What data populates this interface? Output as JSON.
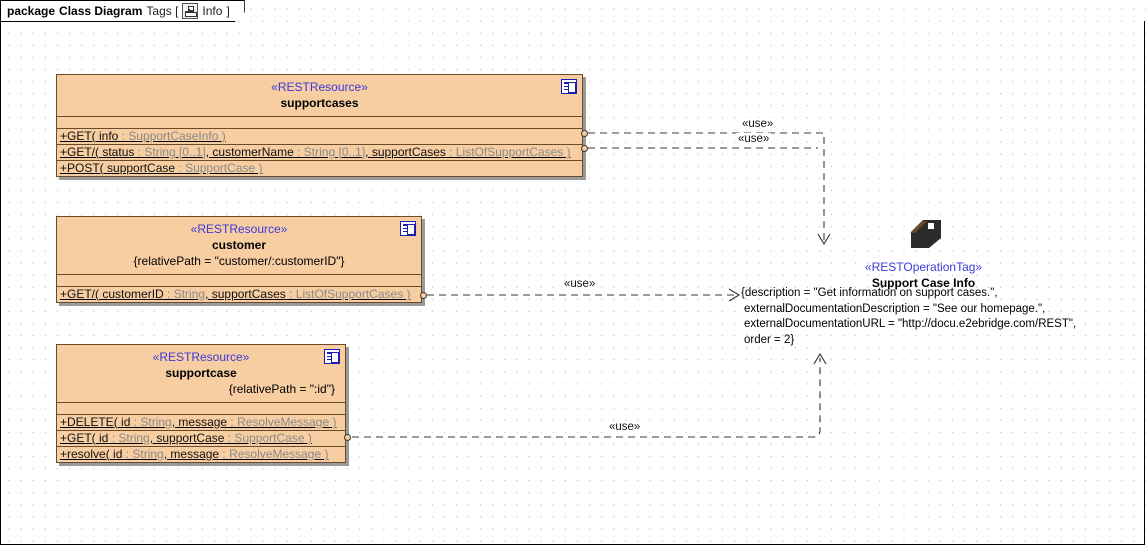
{
  "package": {
    "keyword": "package",
    "name": "Class Diagram",
    "tags_prefix": "Tags [",
    "tag_icon": "tree-icon",
    "tag_label": "Info",
    "tags_suffix": "]"
  },
  "classes": [
    {
      "id": "supportcases",
      "stereotype": "«RESTResource»",
      "name": "supportcases",
      "constraint": "",
      "doc_icon": "document-icon",
      "operations": [
        {
          "visibility": "+",
          "name": "GET(",
          "params": [
            {
              "pname": " info",
              "sep": " : ",
              "ptype": "SupportCaseInfo"
            }
          ],
          "close": " )"
        },
        {
          "visibility": "+",
          "name": "GET/(",
          "params": [
            {
              "pname": " status",
              "sep": " : ",
              "ptype": "String [0..1]"
            },
            {
              "pname": ", customerName",
              "sep": " : ",
              "ptype": "String [0..1]"
            },
            {
              "pname": ", supportCases",
              "sep": " : ",
              "ptype": "ListOfSupportCases"
            }
          ],
          "close": " )"
        },
        {
          "visibility": "+",
          "name": "POST(",
          "params": [
            {
              "pname": " supportCase",
              "sep": " : ",
              "ptype": "SupportCase"
            }
          ],
          "close": " )"
        }
      ]
    },
    {
      "id": "customer",
      "stereotype": "«RESTResource»",
      "name": "customer",
      "constraint": "{relativePath = \"customer/:customerID\"}",
      "doc_icon": "document-icon",
      "operations": [
        {
          "visibility": "+",
          "name": "GET/(",
          "params": [
            {
              "pname": " customerID",
              "sep": " : ",
              "ptype": "String"
            },
            {
              "pname": ", supportCases",
              "sep": " : ",
              "ptype": "ListOfSupportCases"
            }
          ],
          "close": " )"
        }
      ]
    },
    {
      "id": "supportcase",
      "stereotype": "«RESTResource»",
      "name": "supportcase",
      "constraint": "{relativePath = \":id\"}",
      "doc_icon": "document-icon",
      "operations": [
        {
          "visibility": "+",
          "name": "DELETE(",
          "params": [
            {
              "pname": " id",
              "sep": " : ",
              "ptype": "String"
            },
            {
              "pname": ", message",
              "sep": " : ",
              "ptype": "ResolveMessage"
            }
          ],
          "close": " )"
        },
        {
          "visibility": "+",
          "name": "GET(",
          "params": [
            {
              "pname": " id",
              "sep": " : ",
              "ptype": "String"
            },
            {
              "pname": ", supportCase",
              "sep": " : ",
              "ptype": "SupportCase"
            }
          ],
          "close": " )"
        },
        {
          "visibility": "+",
          "name": "resolve(",
          "params": [
            {
              "pname": " id",
              "sep": " : ",
              "ptype": "String"
            },
            {
              "pname": ", message",
              "sep": " : ",
              "ptype": "ResolveMessage"
            }
          ],
          "close": " )"
        }
      ]
    }
  ],
  "tag_node": {
    "stereotype": "«RESTOperationTag»",
    "name": "Support Case Info",
    "icon": "tag-icon",
    "properties": [
      "{description = \"Get information on support cases.\",",
      "externalDocumentationDescription = \"See our homepage.\",",
      "externalDocumentationURL = \"http://docu.e2ebridge.com/REST\",",
      "order = 2}"
    ]
  },
  "connectors": [
    {
      "id": "use-1",
      "label": "«use»"
    },
    {
      "id": "use-2",
      "label": "«use»"
    },
    {
      "id": "use-3",
      "label": "«use»"
    },
    {
      "id": "use-4",
      "label": "«use»"
    }
  ],
  "colors": {
    "class_fill": "#F7CDA2",
    "class_border": "#6B4A2A",
    "stereotype_text": "#3A3ADC",
    "type_text": "#8A8A8A",
    "shadow": "#9A9A9A",
    "connector": "#3A3A3A",
    "grid_dot": "#BDBDBD"
  }
}
